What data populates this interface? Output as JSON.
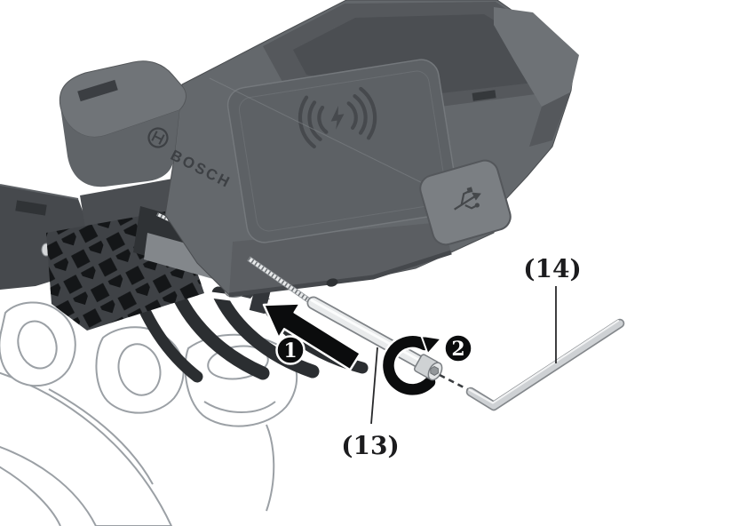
{
  "figure": {
    "brand_logo_text": "BOSCH",
    "step_badges": [
      {
        "number": "1"
      },
      {
        "number": "2"
      }
    ],
    "part_labels": {
      "screw": "(13)",
      "hex_key": "(14)"
    }
  },
  "icons": {
    "wireless_charging": "wireless-charging-icon",
    "usb_port": "usb-icon",
    "brand_logo": "bosch-anchor-logo-icon",
    "insert_direction": "insert-arrow-icon",
    "rotate_direction": "rotate-clockwise-arrow-icon"
  },
  "colors": {
    "background": "#ffffff",
    "annotation_black": "#0b0c0d",
    "label_text": "#1c1c1e",
    "device_gray": "#64686c",
    "device_dark_gray": "#515458",
    "device_light_gray": "#6e7276",
    "charging_pad_gray": "#5d6165",
    "lattice_dark": "#3f4246",
    "lattice_hole": "#141618",
    "strap_dark": "#2b2e31",
    "screw_silver": "#e9ebec",
    "hex_key_silver": "#ced1d4",
    "line_art_stroke": "#9ba0a5"
  }
}
